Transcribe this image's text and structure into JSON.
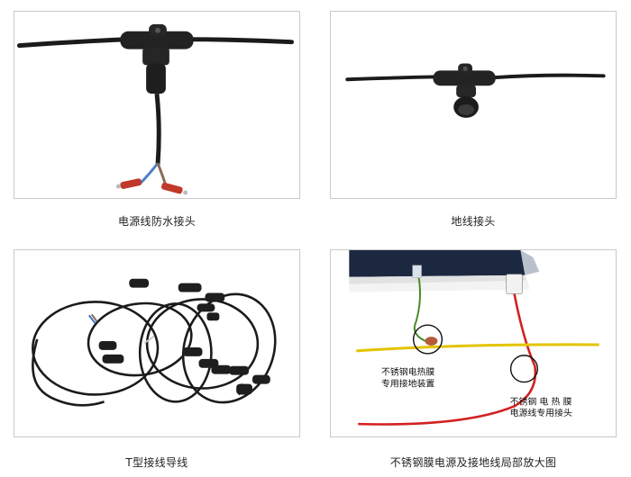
{
  "captions": {
    "top_left": "电源线防水接头",
    "top_right": "地线接头",
    "bottom_left": "T型接线导线",
    "bottom_right": "不锈钢膜电源及接地线局部放大图"
  },
  "annotations": {
    "ground_line1": "不锈钢电热膜",
    "ground_line2": "专用接地装置",
    "power_line1": "不锈钢 电 热 膜",
    "power_line2": "电源线专用接头"
  }
}
